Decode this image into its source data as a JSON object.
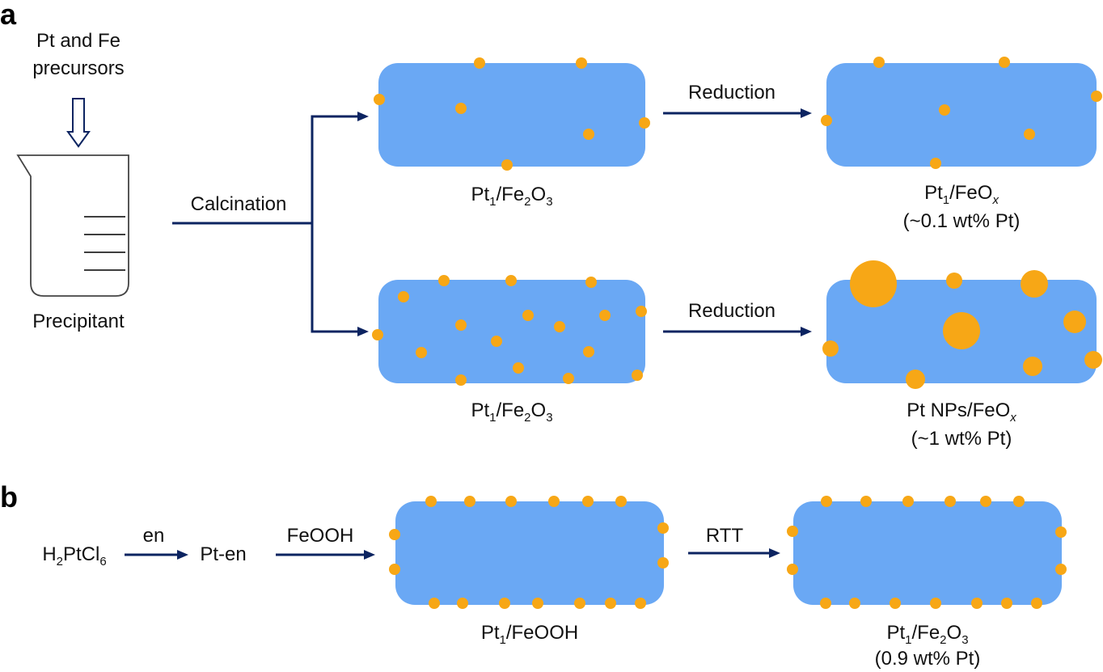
{
  "panel_a": {
    "letter": "a",
    "precursors": [
      "Pt and Fe",
      "precursors"
    ],
    "beaker_label": "Precipitant",
    "calcination_label": "Calcination",
    "top": {
      "support_label": {
        "main": "Pt",
        "sub1": "1",
        "mid": "/Fe",
        "sub2": "2",
        "tail": "O",
        "sub3": "3"
      },
      "reduction_label": "Reduction",
      "product_label": {
        "main": "Pt",
        "sub1": "1",
        "mid": "/FeO",
        "italic": "x"
      },
      "loading": "(~0.1 wt% Pt)"
    },
    "bottom": {
      "support_label": {
        "main": "Pt",
        "sub1": "1",
        "mid": "/Fe",
        "sub2": "2",
        "tail": "O",
        "sub3": "3"
      },
      "reduction_label": "Reduction",
      "product_label": {
        "main": "Pt NPs/FeO",
        "italic": "x"
      },
      "loading": "(~1 wt% Pt)"
    }
  },
  "panel_b": {
    "letter": "b",
    "start": {
      "main": "H",
      "sub1": "2",
      "mid": "PtCl",
      "sub2": "6"
    },
    "en_label": "en",
    "intermediate": "Pt-en",
    "feooh_label": "FeOOH",
    "support_label": {
      "main": "Pt",
      "sub1": "1",
      "tail": "/FeOOH"
    },
    "rtt_label": "RTT",
    "product_label": {
      "main": "Pt",
      "sub1": "1",
      "mid": "/Fe",
      "sub2": "2",
      "tail": "O",
      "sub3": "3"
    },
    "loading": "(0.9 wt% Pt)"
  },
  "colors": {
    "support": "#6aa8f4",
    "particle": "#f7a716",
    "arrow": "#0c2461"
  }
}
